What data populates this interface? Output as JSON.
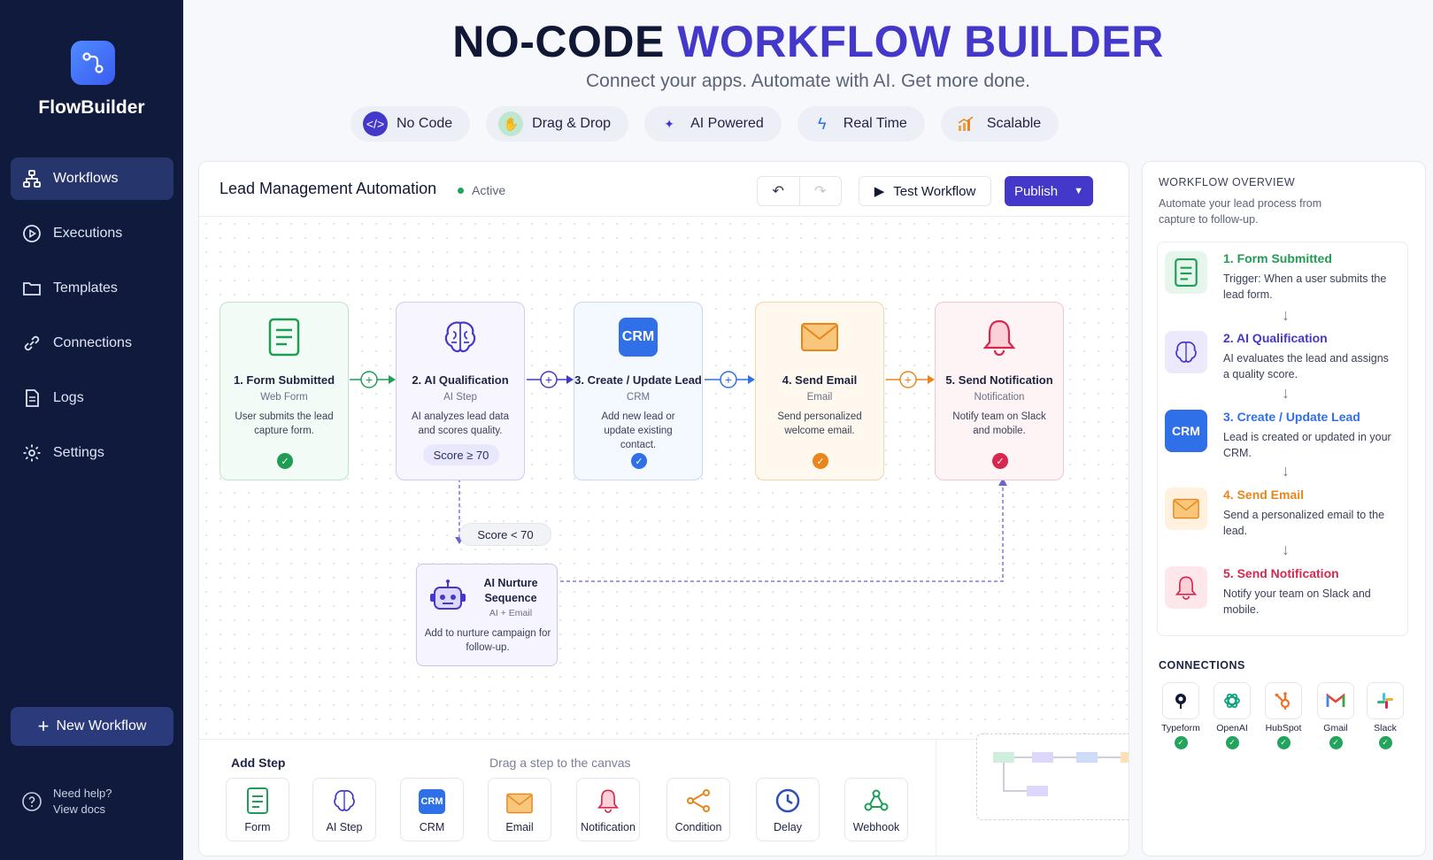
{
  "brand": {
    "name": "FlowBuilder"
  },
  "nav": [
    {
      "label": "Workflows"
    },
    {
      "label": "Executions"
    },
    {
      "label": "Templates"
    },
    {
      "label": "Connections"
    },
    {
      "label": "Logs"
    },
    {
      "label": "Settings"
    }
  ],
  "new_workflow": "New Workflow",
  "help": {
    "line1": "Need help?",
    "line2": "View docs"
  },
  "hero": {
    "title_a": "NO-CODE",
    "title_b": "WORKFLOW BUILDER",
    "subtitle": "Connect your apps. Automate with AI. Get more done."
  },
  "pills": [
    {
      "label": "No Code"
    },
    {
      "label": "Drag & Drop"
    },
    {
      "label": "AI Powered"
    },
    {
      "label": "Real Time"
    },
    {
      "label": "Scalable"
    }
  ],
  "canvas": {
    "title": "Lead Management Automation",
    "status": "Active",
    "test": "Test Workflow",
    "publish": "Publish"
  },
  "nodes": [
    {
      "title": "1. Form Submitted",
      "sub": "Web Form",
      "desc": "User submits the lead capture form."
    },
    {
      "title": "2. AI Qualification",
      "sub": "AI Step",
      "desc": "AI analyzes lead data and scores quality.",
      "badge": "Score ≥ 70"
    },
    {
      "title": "3. Create / Update Lead",
      "sub": "CRM",
      "desc": "Add new lead or update existing contact.",
      "icon_text": "CRM"
    },
    {
      "title": "4. Send Email",
      "sub": "Email",
      "desc": "Send personalized welcome email."
    },
    {
      "title": "5. Send Notification",
      "sub": "Notification",
      "desc": "Notify team on Slack and mobile."
    }
  ],
  "branch": {
    "label": "Score < 70",
    "title": "AI Nurture Sequence",
    "sub": "AI + Email",
    "desc": "Add to nurture campaign for follow-up."
  },
  "add_step": {
    "title": "Add Step",
    "hint": "Drag a step to the canvas",
    "tiles": [
      {
        "label": "Form"
      },
      {
        "label": "AI Step"
      },
      {
        "label": "CRM"
      },
      {
        "label": "Email"
      },
      {
        "label": "Notification"
      },
      {
        "label": "Condition"
      },
      {
        "label": "Delay"
      },
      {
        "label": "Webhook"
      }
    ]
  },
  "zoom": {
    "in": "+",
    "out": "−"
  },
  "overview": {
    "heading": "WORKFLOW OVERVIEW",
    "desc": "Automate your lead process from capture to follow-up.",
    "items": [
      {
        "title": "1. Form Submitted",
        "desc": "Trigger: When a user submits the lead form.",
        "color": "#1f9d55"
      },
      {
        "title": "2. AI Qualification",
        "desc": "AI evaluates the lead and assigns a quality score.",
        "color": "#4338ca"
      },
      {
        "title": "3. Create / Update Lead",
        "desc": "Lead is created or updated in your CRM.",
        "color": "#2f6fe8"
      },
      {
        "title": "4. Send Email",
        "desc": "Send a personalized email to the lead.",
        "color": "#e8861c"
      },
      {
        "title": "5. Send Notification",
        "desc": "Notify your team on Slack and mobile.",
        "color": "#d6284f"
      }
    ]
  },
  "connections": {
    "heading": "CONNECTIONS",
    "items": [
      {
        "label": "Typeform"
      },
      {
        "label": "OpenAI"
      },
      {
        "label": "HubSpot"
      },
      {
        "label": "Gmail"
      },
      {
        "label": "Slack"
      }
    ]
  }
}
